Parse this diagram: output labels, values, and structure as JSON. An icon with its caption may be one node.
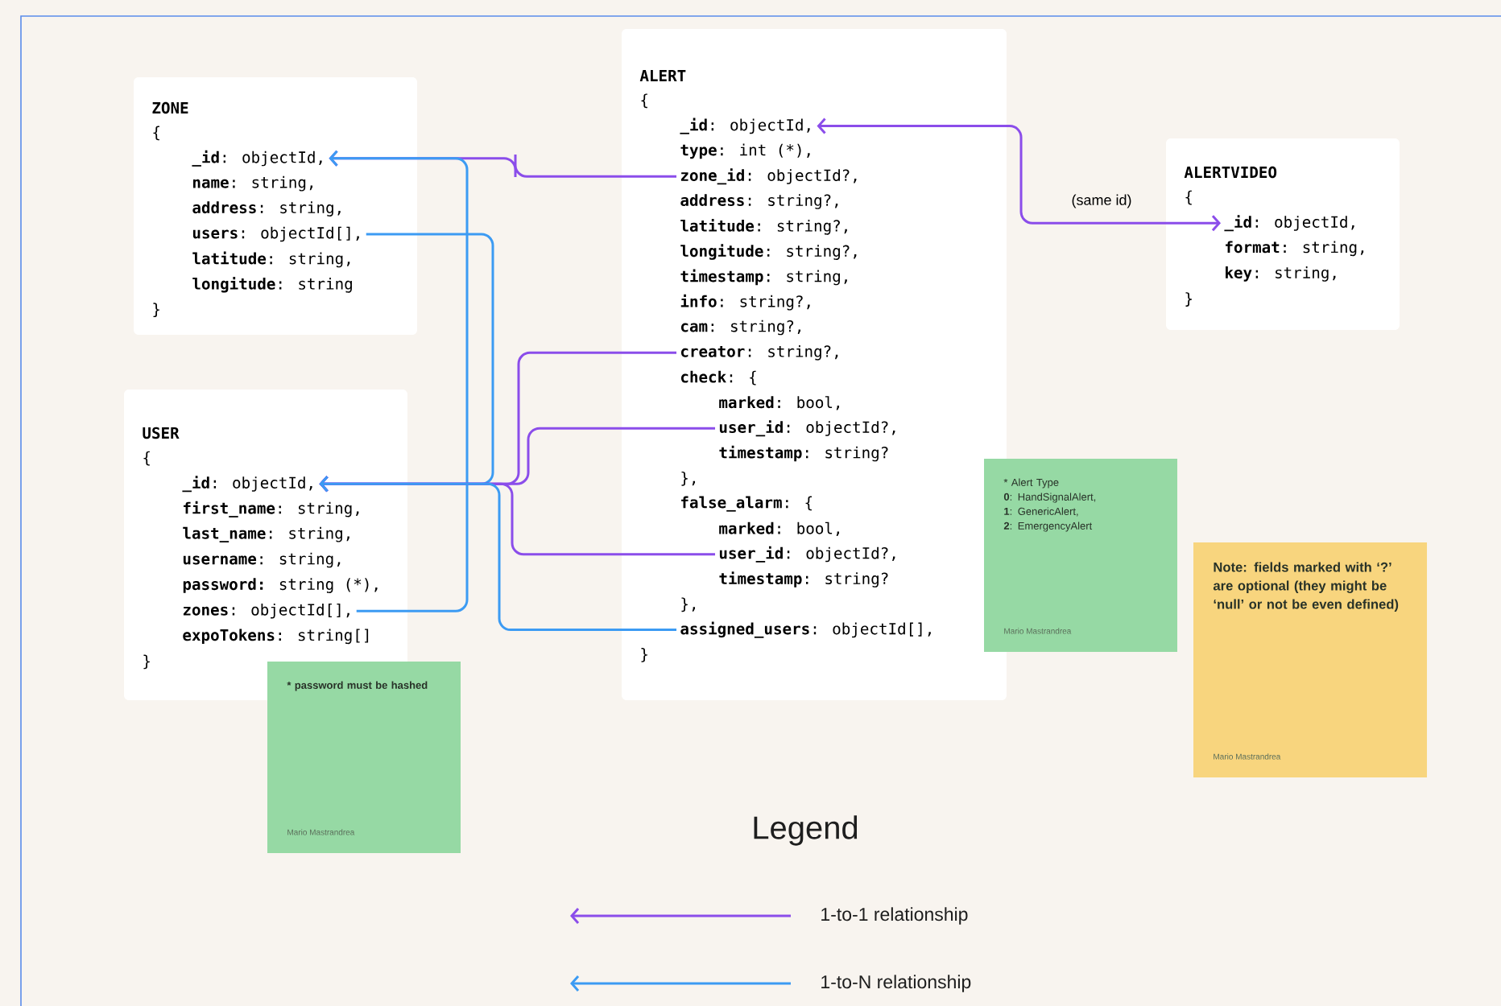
{
  "diagram": {
    "nodes": [
      {
        "text": [
          "ZONE",
          "{",
          "}"
        ]
      },
      {
        "text": [
          "**_id**: objectId,"
        ],
        "in": 0
      },
      {
        "text": [
          "**name**: string,"
        ],
        "in": 0
      },
      {
        "text": [
          "**address**: string,"
        ],
        "in": 0
      },
      {
        "text": [
          "**users**: objectId[],"
        ],
        "in": 0
      },
      {
        "text": [
          "**latitude**: string,"
        ],
        "in": 0
      },
      {
        "text": [
          "**longitude**: string"
        ],
        "in": 0
      },
      {
        "text": [
          "USER",
          "{",
          "}"
        ]
      },
      {
        "text": [
          "**_id**: objectId,"
        ],
        "in": 7
      },
      {
        "text": [
          "**first_name**: string,"
        ],
        "in": 7
      },
      {
        "text": [
          "**last_name**: string,"
        ],
        "in": 7
      },
      {
        "text": [
          "**username**: string,"
        ],
        "in": 7
      },
      {
        "text": [
          "**password:** string (*),"
        ],
        "in": 7
      },
      {
        "text": [
          "**zones**: objectId[],"
        ],
        "in": 7
      },
      {
        "text": [
          "**expoTokens**: string[]"
        ],
        "in": 7
      },
      {
        "text": [
          "ALERT",
          "{",
          "}"
        ]
      },
      {
        "text": [
          "**_id**: objectId,"
        ],
        "in": 15
      },
      {
        "text": [
          "**type**: int (*),"
        ],
        "in": 15
      },
      {
        "text": [
          "**zone_id**: objectId?,"
        ],
        "in": 15
      },
      {
        "text": [
          "**address**: string?,"
        ],
        "in": 15
      },
      {
        "text": [
          "**latitude**: string?,"
        ],
        "in": 15
      },
      {
        "text": [
          "**longitude**: string?,"
        ],
        "in": 15
      },
      {
        "text": [
          "**timestamp**: string,"
        ],
        "in": 15
      },
      {
        "text": [
          "**info**: string?,"
        ],
        "in": 15
      },
      {
        "text": [
          "**cam**: string?,"
        ],
        "in": 15
      },
      {
        "text": [
          "**creator**: string?,"
        ],
        "in": 15
      },
      {
        "text": [
          "**check**: {"
        ],
        "in": 15
      },
      {
        "text": [
          "**marked**: bool,"
        ],
        "in": 15
      },
      {
        "text": [
          "**user_id**: objectId?,"
        ],
        "in": 15
      },
      {
        "text": [
          "**timestamp**: string?"
        ],
        "in": 15
      },
      {
        "text": [
          "},"
        ],
        "in": 15
      },
      {
        "text": [
          "**false_alarm**: {"
        ],
        "in": 15
      },
      {
        "text": [
          "**marked**: bool,"
        ],
        "in": 15
      },
      {
        "text": [
          "**user_id**: objectId?,"
        ],
        "in": 15
      },
      {
        "text": [
          "**timestamp**: string?"
        ],
        "in": 15
      },
      {
        "text": [
          "},"
        ],
        "in": 15
      },
      {
        "text": [
          "**assigned_users**: objectId[],"
        ],
        "in": 15
      },
      {
        "text": [
          "ALERTVIDEO",
          "{",
          "}"
        ]
      },
      {
        "text": [
          "**_id**: objectId,"
        ],
        "in": 37
      },
      {
        "text": [
          "**format**: string,"
        ],
        "in": 37
      },
      {
        "text": [
          "**key**: string,"
        ],
        "in": 37
      },
      {
        "text": [
          "* password must be hashed",
          "Mario Mastrandrea"
        ]
      },
      {
        "text": [
          "* Alert Type",
          "**0**: HandSignalAlert,",
          "**1**: GenericAlert,",
          "**2**: EmergencyAlert",
          "Mario Mastrandrea"
        ]
      },
      {
        "text": [
          "Note: fields marked with ‘?’ are optional (they might be ‘null’ or not be even defined)",
          "Mario Mastrandrea"
        ]
      }
    ],
    "edges": [
      {
        "from": 18,
        "to": 1,
        "arrow": "to",
        "color": "#8b4dea"
      },
      {
        "from": 13,
        "to": 1,
        "arrow": "to",
        "color": "#3c9bf3"
      },
      {
        "from": 4,
        "to": 8,
        "arrow": "to",
        "color": "#3c9bf3"
      },
      {
        "from": 25,
        "to": 8,
        "arrow": "to",
        "color": "#8b4dea"
      },
      {
        "from": 28,
        "to": 8,
        "arrow": "to",
        "color": "#8b4dea"
      },
      {
        "from": 33,
        "to": 8,
        "arrow": "to",
        "color": "#8b4dea"
      },
      {
        "from": 36,
        "to": 8,
        "arrow": "to",
        "color": "#3c9bf3"
      },
      {
        "from": 16,
        "to": 38,
        "arrow": "both",
        "label": "(same id)",
        "color": "#8b4dea"
      }
    ],
    "labels": [
      "Legend"
    ],
    "legend": [
      {
        "text": "1-to-1 relationship"
      },
      {
        "text": "1-to-N relationship"
      }
    ]
  }
}
